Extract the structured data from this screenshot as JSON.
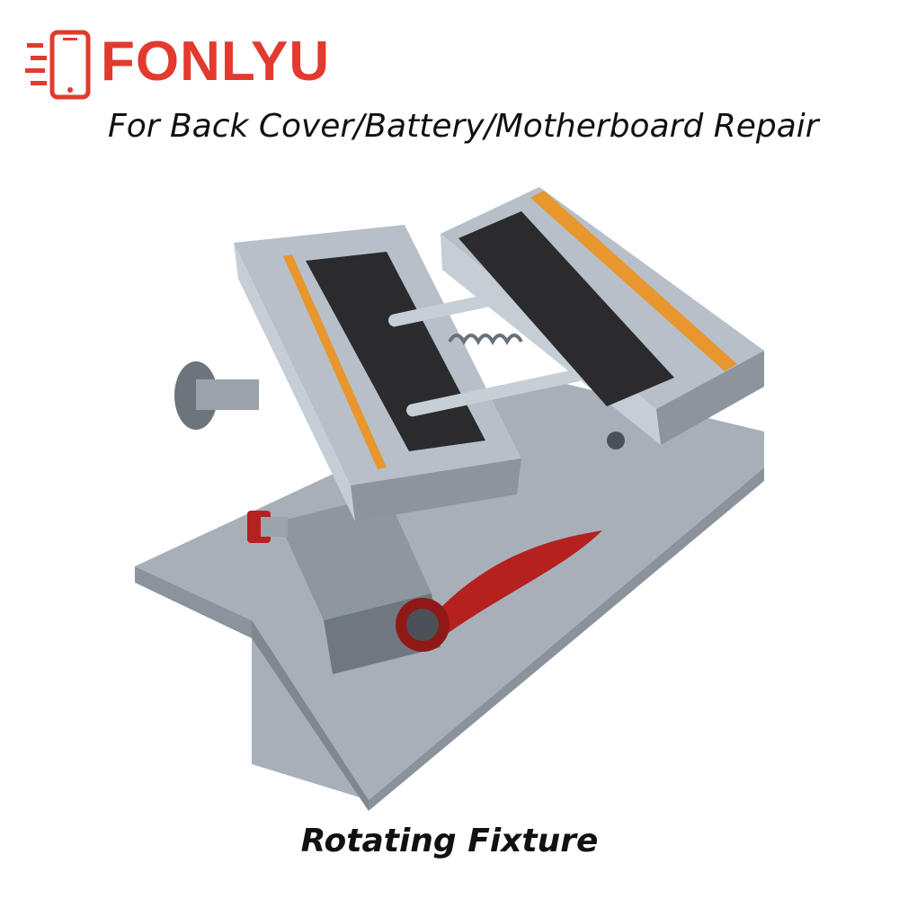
{
  "brand": {
    "name": "FONLYU",
    "color": "#e23a2e",
    "icon": "phone-icon"
  },
  "subtitle": "For Back Cover/Battery/Motherboard Repair",
  "caption": "Rotating Fixture",
  "product": {
    "icon": "rotating-fixture-photo",
    "colors": {
      "aluminum": "#a9b3bd",
      "pad": "#2b2b2e",
      "orange_strip": "#e8962e",
      "red_lever": "#b5211f"
    }
  }
}
